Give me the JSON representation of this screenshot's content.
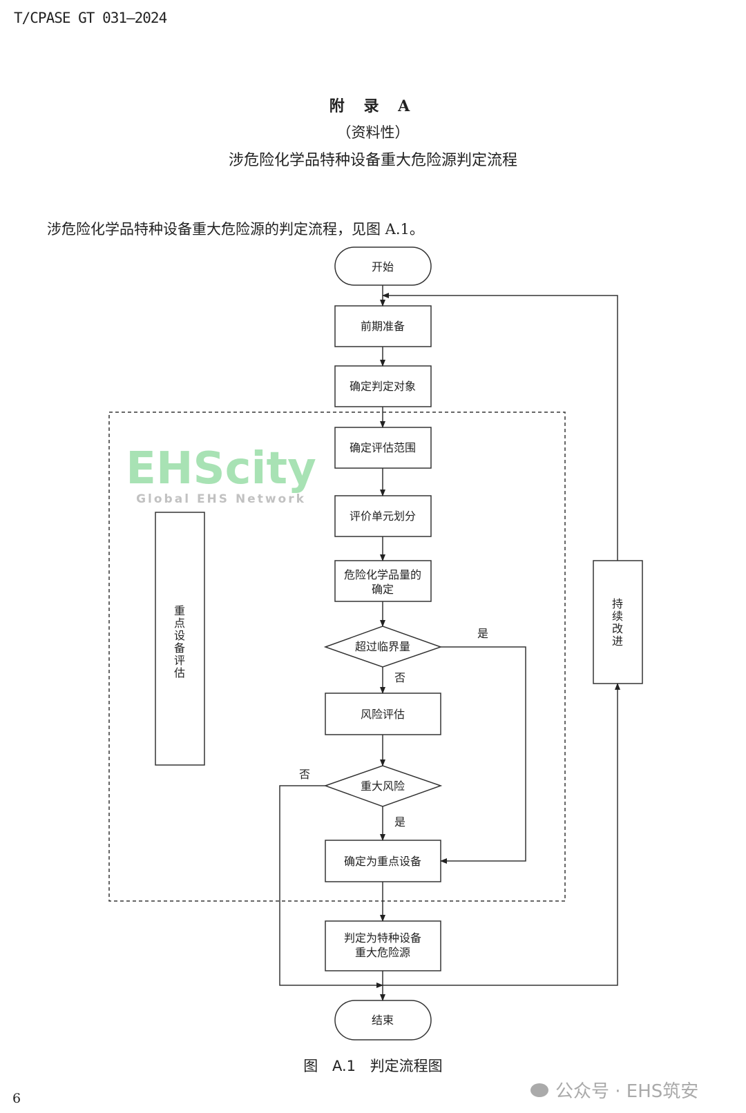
{
  "header": {
    "standard_no": "T/CPASE GT 031—2024"
  },
  "appendix": {
    "label": "附 录 A",
    "nature": "（资料性）",
    "title": "涉危险化学品特种设备重大危险源判定流程"
  },
  "intro": "涉危险化学品特种设备重大危险源的判定流程，见图 A.1。",
  "flowchart": {
    "start": "开始",
    "step1": "前期准备",
    "step2": "确定判定对象",
    "step3": "确定评估范围",
    "step4": "评价单元划分",
    "step5_line1": "危险化学品量的",
    "step5_line2": "确定",
    "decision1": "超过临界量",
    "decision1_yes": "是",
    "decision1_no": "否",
    "step6": "风险评估",
    "decision2": "重大风险",
    "decision2_yes": "是",
    "decision2_no": "否",
    "step7": "确定为重点设备",
    "step8_line1": "判定为特种设备",
    "step8_line2": "重大危险源",
    "end": "结束",
    "group_label": [
      "重",
      "点",
      "设",
      "备",
      "评",
      "估"
    ],
    "feedback_label": [
      "持",
      "续",
      "改",
      "进"
    ]
  },
  "caption": "图 A.1 判定流程图",
  "page_number": "6",
  "watermarks": {
    "center_logo": "EHScity",
    "center_sub": "Global EHS Network",
    "footer": "公众号 · EHS筑安"
  }
}
